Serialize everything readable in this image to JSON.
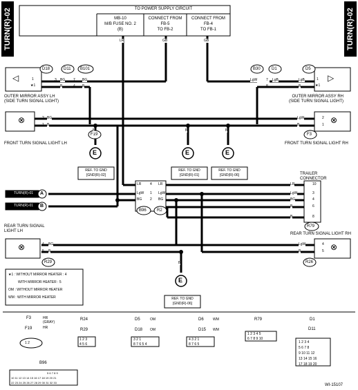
{
  "side_label": "TURN(R)-02",
  "top_box": {
    "title": "TO POWER SUPPLY CIRCUIT",
    "cells": [
      [
        "MB-10",
        "M/B FUSE NO. 2",
        "(B)"
      ],
      [
        "CONNECT FROM",
        "FB-5",
        "TO FB-2"
      ],
      [
        "CONNECT FROM",
        "FB-4",
        "TO FB-1"
      ]
    ],
    "wires": [
      "LR",
      "GB",
      "GB"
    ]
  },
  "connectors": {
    "d18": "D18",
    "d11": "D11",
    "b101": "B101",
    "b30": "B30",
    "d1": "D1",
    "d5": "D5",
    "f19": "F19",
    "f3": "F3",
    "b96": "B96",
    "r2": "R2",
    "r79": "R79",
    "r29": "R29",
    "r26": "R26"
  },
  "components": {
    "outer_mirror_lh": [
      "OUTER MIRROR ASSY LH",
      "(SIDE TURN SIGNAL LIGHT)"
    ],
    "outer_mirror_rh": [
      "OUTER MIRROR ASSY RH",
      "(SIDE TURN SIGNAL LIGHT)"
    ],
    "front_lh": "FRONT TURN SIGNAL LIGHT LH",
    "front_rh": "FRONT TURN SIGNAL LIGHT RH",
    "rear_lh": [
      "REAR TURN SIGNAL",
      "LIGHT LH"
    ],
    "rear_rh": "REAR TURN SIGNAL LIGHT RH",
    "trailer": [
      "TRAILER",
      "CONNECTOR"
    ]
  },
  "grounds": {
    "g1": [
      "REF. TO GND",
      "[GND(R)-02]"
    ],
    "g2": [
      "REF. TO GND",
      "[GND(R)-01]"
    ],
    "g3": [
      "REF. TO GND",
      "[GND(R)-06]"
    ],
    "g4": [
      "REF. TO GND",
      "[GND(R)-06]"
    ],
    "e": "E"
  },
  "offpage": {
    "a": "TURN(R)-01",
    "b": "TURN(R)-01",
    "a_letter": "A",
    "b_letter": "B"
  },
  "wire_labels": {
    "d18_1": "1",
    "d18_2": "2",
    "bg": "BG",
    "b": "B",
    "lgb": "LgB",
    "lgw": "LgW",
    "lr": "LR",
    "gb": "GB",
    "n3": "3",
    "n4": "4",
    "n6": "6",
    "n7": "7",
    "n8": "8",
    "n1": "1",
    "n2": "2",
    "n5": "5",
    "n10": "10"
  },
  "mirror_marks": {
    "lh_top": "1",
    "lh_bot": "★1",
    "rh_top": "1",
    "rh_bot": "★1"
  },
  "legend": {
    "items": [
      [
        "★1",
        ": WITHOUT MIRROR HEATER",
        ": 4"
      ],
      [
        "",
        "WITH MIRROR HEATER",
        ": 5"
      ],
      [
        "OM",
        ": WITHOUT MIRROR HEATER",
        ""
      ],
      [
        "WM",
        ": WITH MIRROR HEATER",
        ""
      ]
    ]
  },
  "bottom_connectors": {
    "f3": "F3",
    "hr_gray": "HR",
    "gray": "(GRAY)",
    "f19": "F19",
    "hr": "HR",
    "r24": "R24",
    "r29": "R29",
    "d5": "D5",
    "om": "OM",
    "d18": "D18",
    "d6": "D6",
    "wm": "WM",
    "d15": "D15",
    "r79": "R79",
    "d1": "D1",
    "d11": "D11",
    "b96": "B96"
  },
  "pin_grids": {
    "f3": [
      "1",
      "2"
    ],
    "r24": [
      "1",
      "2",
      "3",
      "4",
      "5",
      "6"
    ],
    "d5": [
      "3",
      "2",
      "1",
      "8",
      "7",
      "6",
      "5",
      "4"
    ],
    "d6": [
      "4",
      "3",
      "2",
      "1",
      "8",
      "7",
      "6",
      "5"
    ],
    "r79": [
      "1",
      "2",
      "3",
      "4",
      "5",
      "6",
      "7",
      "8",
      "9",
      "10"
    ],
    "d1": [
      "1",
      "2",
      "3",
      "4",
      "5",
      "6",
      "7",
      "8",
      "9",
      "10",
      "11",
      "12",
      "13",
      "14",
      "15",
      "16",
      "17",
      "18",
      "19",
      "20"
    ],
    "b96_a": [
      "1",
      "2",
      "3",
      "4",
      "5",
      "6",
      "7",
      "8",
      "9"
    ],
    "b96_b": [
      "10",
      "11",
      "12",
      "13",
      "14",
      "15",
      "16",
      "17",
      "18",
      "19",
      "20",
      "21"
    ],
    "b96_c": [
      "22",
      "23",
      "24",
      "25",
      "26",
      "27",
      "28",
      "29",
      "30",
      "31",
      "32",
      "33"
    ]
  },
  "diagram_id": "WI-15107"
}
